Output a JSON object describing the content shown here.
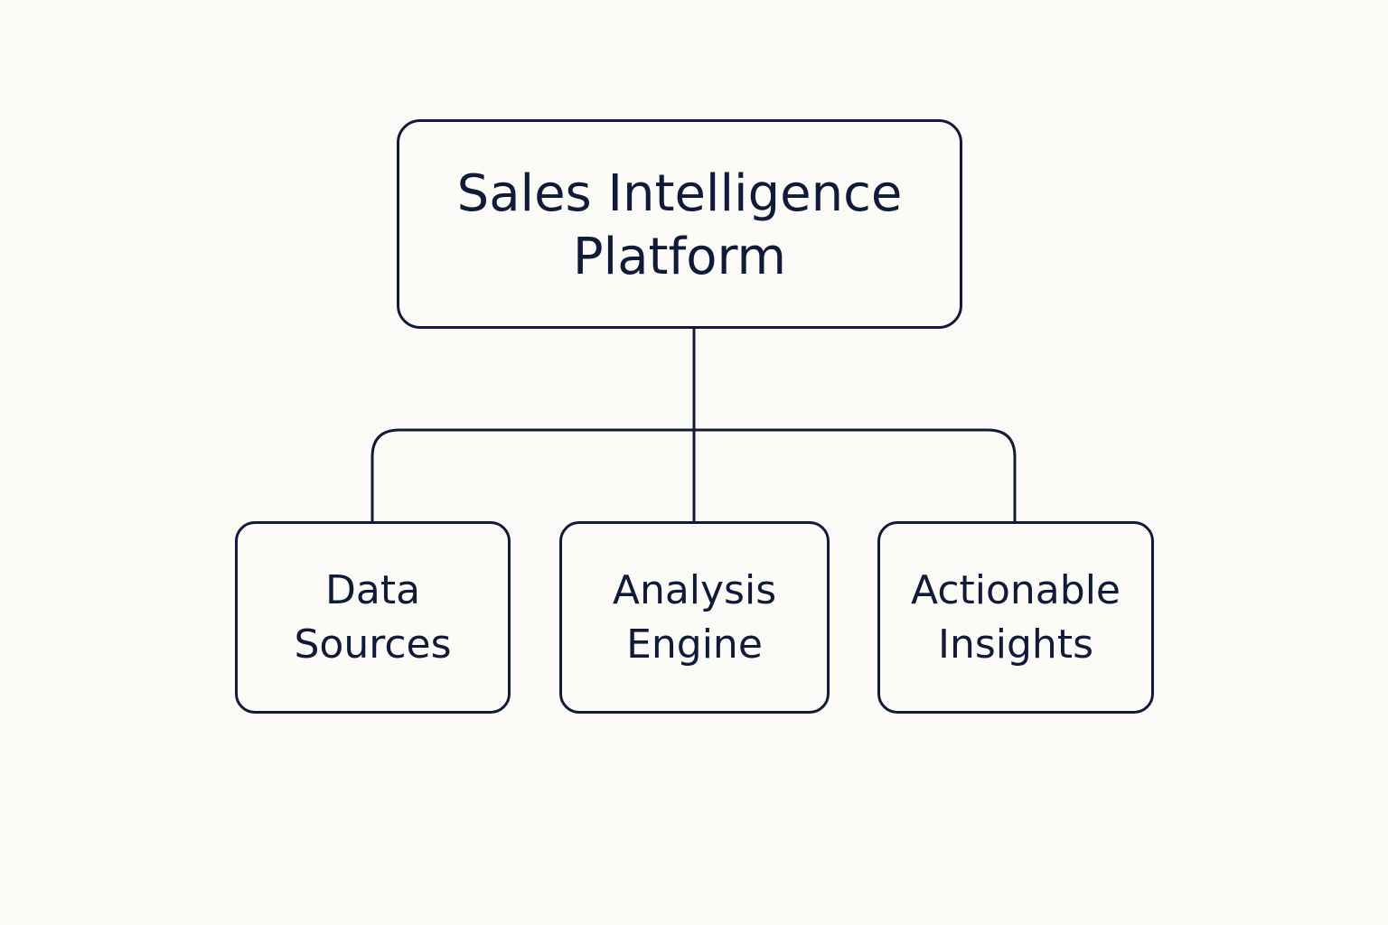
{
  "colors": {
    "background": "#FCFBF7",
    "ink": "#101B3A"
  },
  "root": {
    "lines": [
      "Sales Intelligence",
      "Platform"
    ]
  },
  "children": [
    {
      "lines": [
        "Data",
        "Sources"
      ]
    },
    {
      "lines": [
        "Analysis",
        "Engine"
      ]
    },
    {
      "lines": [
        "Actionable",
        "Insights"
      ]
    }
  ]
}
